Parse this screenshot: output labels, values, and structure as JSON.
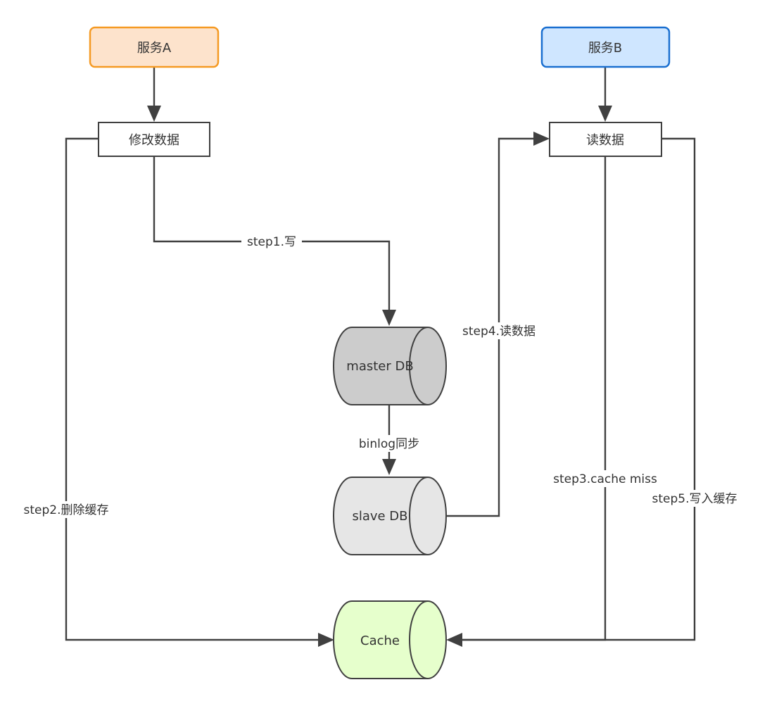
{
  "nodes": {
    "service_a": {
      "label": "服务A",
      "fill": "#fde3cc",
      "stroke": "#f59a23"
    },
    "service_b": {
      "label": "服务B",
      "fill": "#cfe6ff",
      "stroke": "#1a6fd0"
    },
    "modify_data": {
      "label": "修改数据"
    },
    "read_data": {
      "label": "读数据"
    },
    "master_db": {
      "label": "master DB",
      "fill": "#cccccc"
    },
    "slave_db": {
      "label": "slave DB",
      "fill": "#e6e6e6"
    },
    "cache": {
      "label": "Cache",
      "fill": "#e6ffcc"
    }
  },
  "edges": {
    "step1": "step1.写",
    "step2": "step2.删除缓存",
    "binlog": "binlog同步",
    "step3": "step3.cache miss",
    "step4": "step4.读数据",
    "step5": "step5.写入缓存"
  },
  "colors": {
    "line": "#404040",
    "text": "#333333"
  }
}
